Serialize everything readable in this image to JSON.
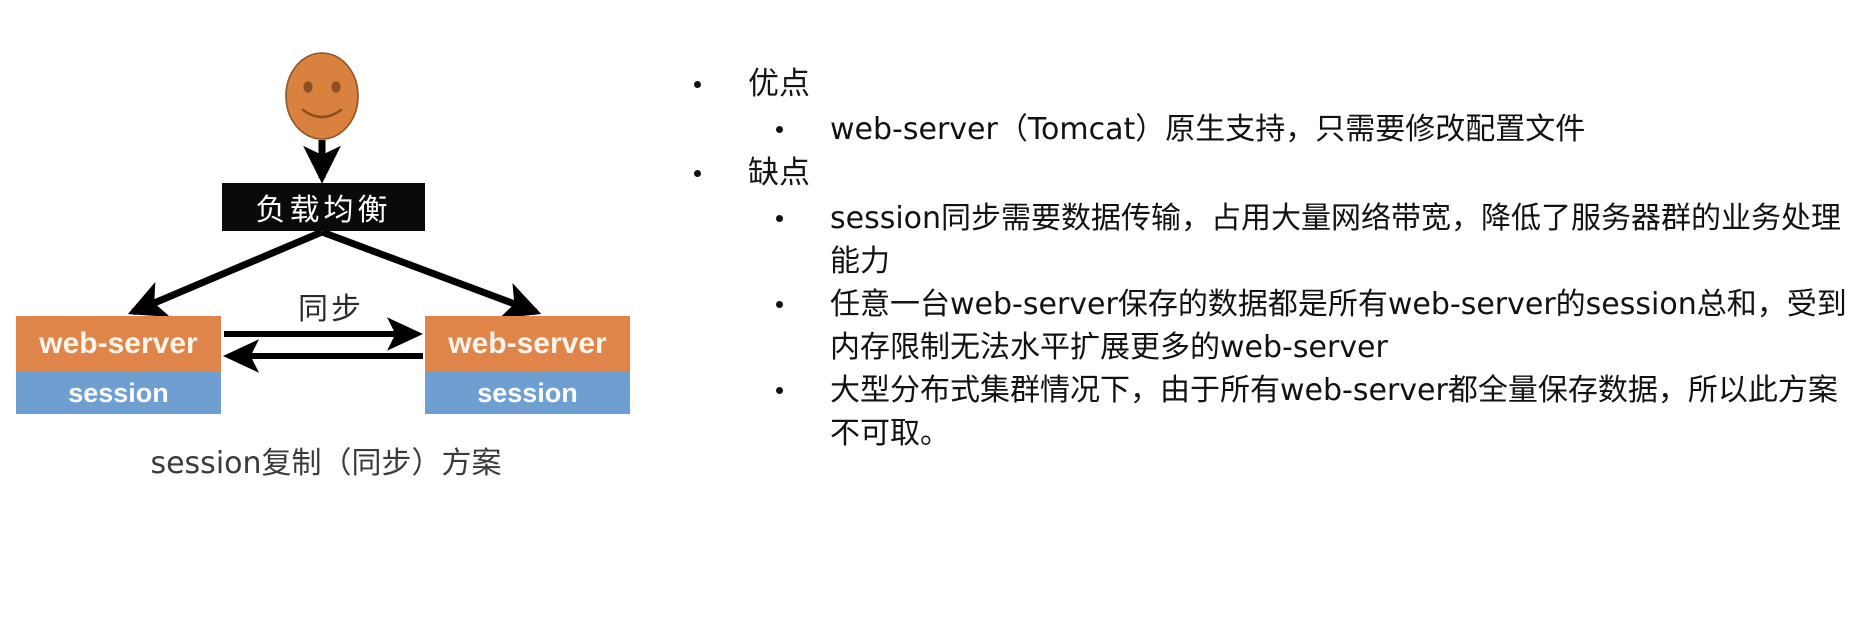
{
  "slide": {
    "background_color": "#ffffff"
  },
  "diagram": {
    "caption": "session复制（同步）方案",
    "sync_label": "同步",
    "client": {
      "icon": "smiley-face-icon",
      "fill_color": "#d9813f",
      "stroke_color": "#8a4b1e"
    },
    "load_balancer": {
      "label": "负载均衡",
      "background_color": "#0a0a0a",
      "text_color": "#ffffff"
    },
    "servers": [
      {
        "web_label": "web-server",
        "session_label": "session",
        "web_color": "#e0854a",
        "session_color": "#6f9fd0"
      },
      {
        "web_label": "web-server",
        "session_label": "session",
        "web_color": "#e0854a",
        "session_color": "#6f9fd0"
      }
    ],
    "arrow_color": "#000000"
  },
  "content": {
    "sections": [
      {
        "title": "优点",
        "items": [
          "web-server（Tomcat）原生支持，只需要修改配置文件"
        ]
      },
      {
        "title": "缺点",
        "items": [
          "session同步需要数据传输，占用大量网络带宽，降低了服务器群的业务处理能力",
          "任意一台web-server保存的数据都是所有web-server的session总和，受到内存限制无法水平扩展更多的web-server",
          "大型分布式集群情况下，由于所有web-server都全量保存数据，所以此方案不可取。"
        ]
      }
    ]
  }
}
